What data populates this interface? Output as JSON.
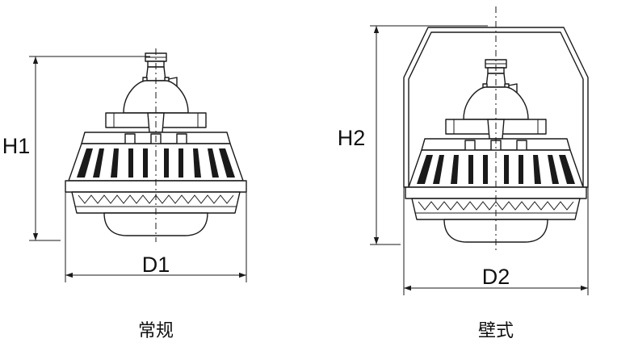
{
  "figures": [
    {
      "height_label": "H1",
      "width_label": "D1",
      "caption": "常规"
    },
    {
      "height_label": "H2",
      "width_label": "D2",
      "caption": "壁式"
    }
  ],
  "colors": {
    "line": "#1a1a1a",
    "background": "#ffffff"
  }
}
